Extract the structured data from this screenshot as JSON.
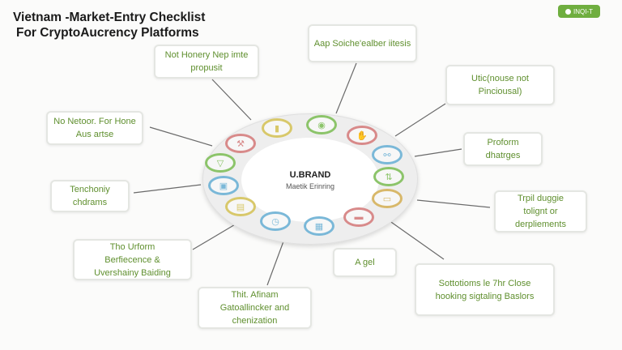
{
  "title": {
    "line1": "Vietnam -Market-Entry Checklist",
    "line2": "For CryptoAucrency Platforms"
  },
  "badge": {
    "label": "INQI-T"
  },
  "center": {
    "brand": "U.BRAND",
    "subtitle": "Maetik Erinring"
  },
  "icons": [
    {
      "name": "tools-icon",
      "glyph": "⚒",
      "color": "#d88a8a"
    },
    {
      "name": "document-icon",
      "glyph": "▮",
      "color": "#d8c86a"
    },
    {
      "name": "shield-icon",
      "glyph": "◉",
      "color": "#8cc46a"
    },
    {
      "name": "handshake-icon",
      "glyph": "✋",
      "color": "#d88a8a"
    },
    {
      "name": "network-icon",
      "glyph": "⚯",
      "color": "#7ab8d8"
    },
    {
      "name": "arrows-icon",
      "glyph": "⇅",
      "color": "#8cc46a"
    },
    {
      "name": "folder-icon",
      "glyph": "▭",
      "color": "#d8b86a"
    },
    {
      "name": "card-icon",
      "glyph": "▬",
      "color": "#d88a8a"
    },
    {
      "name": "building-icon",
      "glyph": "▦",
      "color": "#7ab8d8"
    },
    {
      "name": "clock-icon",
      "glyph": "◷",
      "color": "#7ab8d8"
    },
    {
      "name": "chart-icon",
      "glyph": "▤",
      "color": "#d8c86a"
    },
    {
      "name": "monitor-icon",
      "glyph": "▣",
      "color": "#7ab8d8"
    },
    {
      "name": "funnel-icon",
      "glyph": "▽",
      "color": "#8cc46a"
    }
  ],
  "boxes": [
    {
      "text": "Not Honery Nep imte propusit"
    },
    {
      "text": "Aap Soiche'ealber iitesis"
    },
    {
      "text": "Utic(nouse not Pinciousal)"
    },
    {
      "text": "No Netoor. For Hone Aus artse"
    },
    {
      "text": "Proform dhatrges"
    },
    {
      "text": "Tenchoniy chdrams"
    },
    {
      "text": "Trpil duggie tolignt or derpliements"
    },
    {
      "text": "Tho Urform Berfiecence & Uvershainy Baiding"
    },
    {
      "text": "A gel"
    },
    {
      "text": "Thit. Afinam Gatoallincker and chenization"
    },
    {
      "text": "Sottotioms le 7hr Close hooking sigtaling Baslors"
    }
  ]
}
